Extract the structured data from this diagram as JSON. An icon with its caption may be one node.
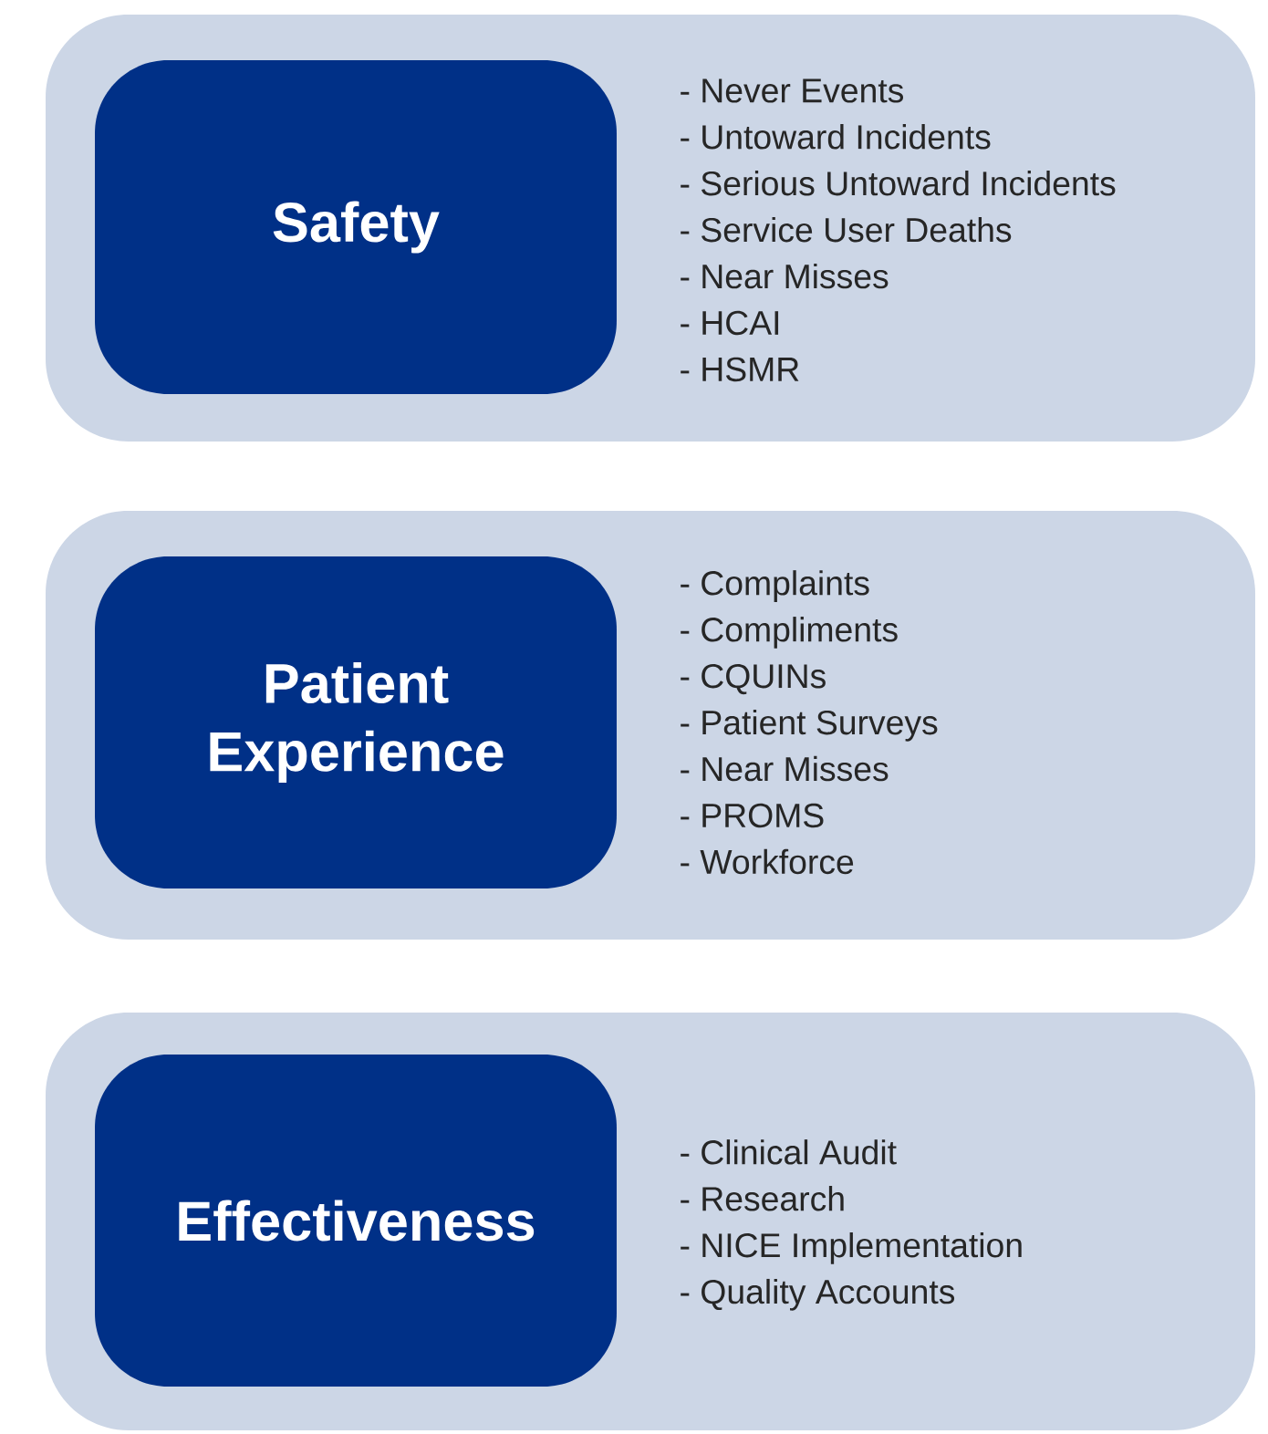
{
  "diagram": {
    "nodes": [
      {
        "text": [
          "- Never Events",
          "- Untoward Incidents",
          "- Serious Untoward Incidents",
          "- Service User Deaths",
          "- Near Misses",
          "- HCAI",
          "- HSMR"
        ]
      },
      {
        "text": [
          "Safety"
        ],
        "in": 0
      },
      {
        "text": [
          "- Complaints",
          "- Compliments",
          "- CQUINs",
          "- Patient Surveys",
          "- Near Misses",
          "- PROMS",
          "- Workforce"
        ]
      },
      {
        "text": [
          "Patient Experience"
        ],
        "in": 2
      },
      {
        "text": [
          "- Clinical Audit",
          "- Research",
          "- NICE Implementation",
          "- Quality Accounts"
        ]
      },
      {
        "text": [
          "Effectiveness"
        ],
        "in": 4
      }
    ]
  }
}
